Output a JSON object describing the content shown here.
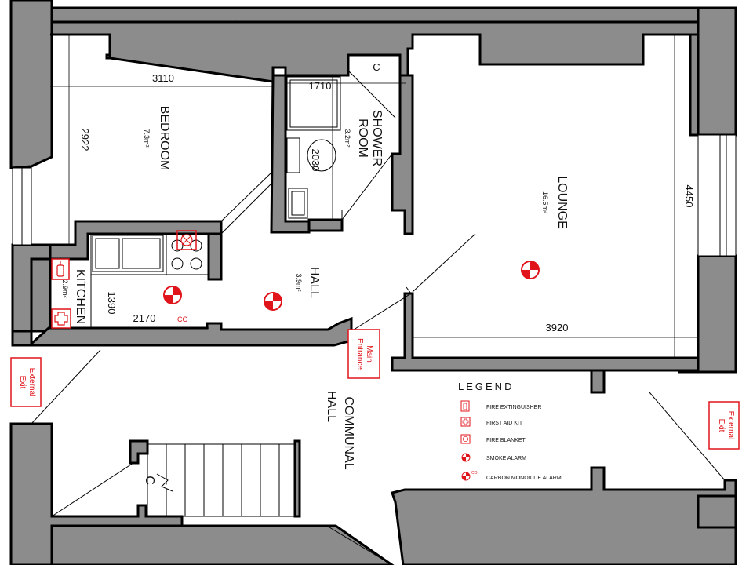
{
  "rooms": {
    "bedroom": {
      "name": "BEDROOM",
      "area": "7.3m²"
    },
    "shower": {
      "name_1": "SHOWER",
      "name_2": "ROOM",
      "area": "3.2m²"
    },
    "lounge": {
      "name": "LOUNGE",
      "area": "16.5m²"
    },
    "hall": {
      "name": "HALL",
      "area": "3.9m²"
    },
    "kitchen": {
      "name": "KITCHEN",
      "area": "2.9m²"
    },
    "communal": {
      "name_1": "COMMUNAL",
      "name_2": "HALL"
    }
  },
  "dimensions": {
    "bedroom_width": "3110",
    "bedroom_depth": "2922",
    "shower_width": "1710",
    "shower_depth": "2030",
    "lounge_depth": "4450",
    "lounge_width": "3920",
    "kitchen_depth": "1390",
    "kitchen_width": "2170"
  },
  "cupboard_labels": [
    "C",
    "C"
  ],
  "exits": {
    "left": [
      "External",
      "Exit"
    ],
    "right": [
      "External",
      "Exit"
    ],
    "main": [
      "Main",
      "Entrance"
    ]
  },
  "co_tag": "CO",
  "legend": {
    "title": "LEGEND",
    "items": [
      {
        "icon": "fire-extinguisher-icon",
        "label": "FIRE EXTINGUISHER"
      },
      {
        "icon": "first-aid-kit-icon",
        "label": "FIRST AID KIT"
      },
      {
        "icon": "fire-blanket-icon",
        "label": "FIRE BLANKET"
      },
      {
        "icon": "smoke-alarm-icon",
        "label": "SMOKE ALARM"
      },
      {
        "icon": "carbon-monoxide-alarm-icon",
        "label": "CARBON MONOXIDE ALARM"
      }
    ]
  },
  "colors": {
    "wall": "#8c8c8c",
    "safety": "#e0151b"
  }
}
